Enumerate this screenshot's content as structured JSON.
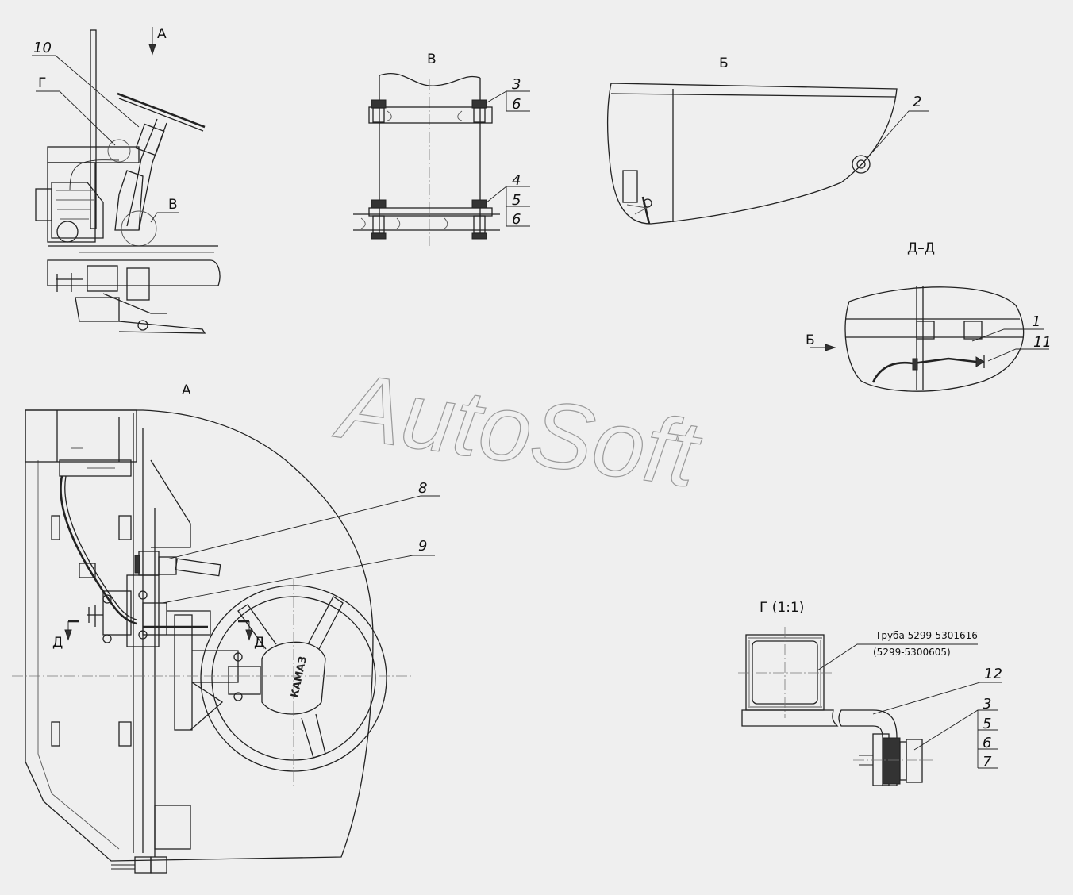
{
  "watermark": "AutoSoft",
  "views": {
    "main_arrow": "А",
    "v_title": "В",
    "b_title": "Б",
    "dd_title": "Д–Д",
    "dd_arrow": "Б",
    "a_title": "А",
    "g_title": "Г (1:1)",
    "g_callout": "Г",
    "v_callout": "В",
    "section_d_left": "Д",
    "section_d_right": "Д"
  },
  "steering_logo": "КАМАЗ",
  "note": {
    "line1": "Труба 5299-5301616",
    "line2": "(5299-5300605)"
  },
  "callouts": {
    "p10": "10",
    "p3_v": "3",
    "p6_v_top": "6",
    "p4_v": "4",
    "p5_v": "5",
    "p6_v_bot": "6",
    "p2_b": "2",
    "p1_dd": "1",
    "p11_dd": "11",
    "p8_a": "8",
    "p9_a": "9",
    "p12_g": "12",
    "p3_g": "3",
    "p5_g": "5",
    "p6_g": "6",
    "p7_g": "7"
  }
}
